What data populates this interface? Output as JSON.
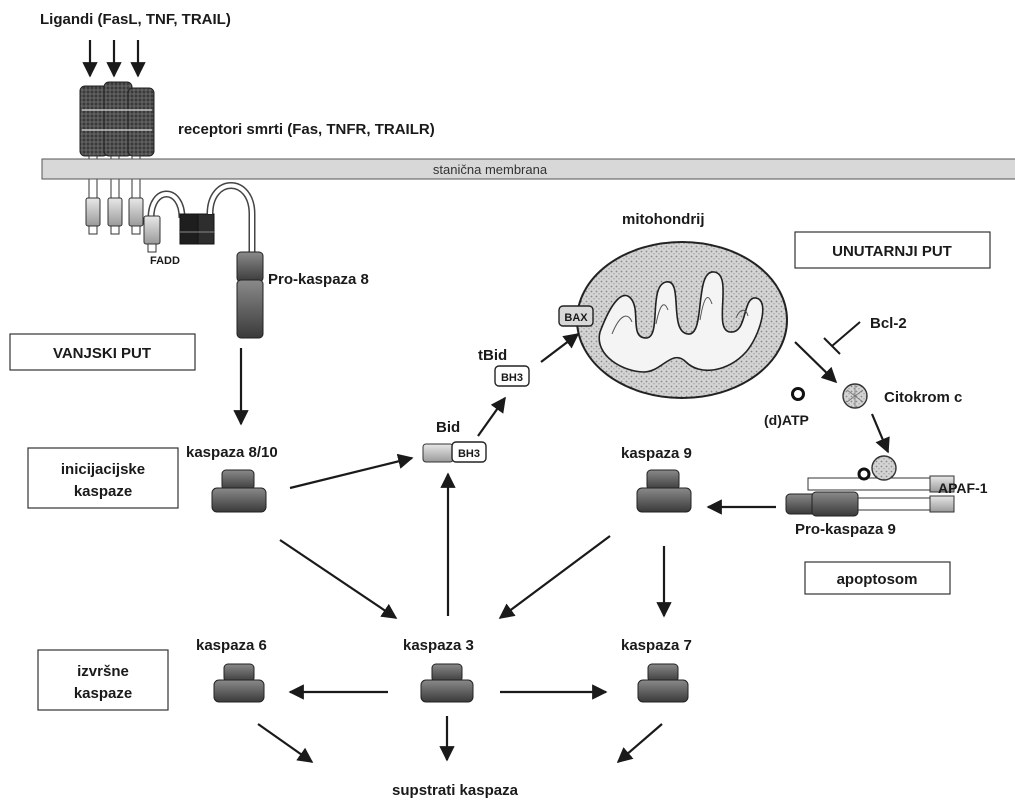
{
  "labels": {
    "ligands": "Ligandi (FasL, TNF, TRAIL)",
    "receptors": "receptori smrti (Fas, TNFR, TRAILR)",
    "membrane": "stanična membrana",
    "fadd": "FADD",
    "pro_caspase8": "Pro-kaspaza 8",
    "external_path": "VANJSKI PUT",
    "initiator_line1": "inicijacijske",
    "initiator_line2": "kaspaze",
    "caspase_8_10": "kaspaza 8/10",
    "bid": "Bid",
    "bh3": "BH3",
    "tbid": "tBid",
    "bh3_tbid": "BH3",
    "bax": "BAX",
    "mitochondrion": "mitohondrij",
    "internal_path": "UNUTARNJI PUT",
    "bcl2": "Bcl-2",
    "datp": "(d)ATP",
    "cytochrome_c": "Citokrom c",
    "caspase_9": "kaspaza 9",
    "apaf1": "APAF-1",
    "pro_caspase9": "Pro-kaspaza 9",
    "apoptosome": "apoptosom",
    "caspase_3": "kaspaza 3",
    "caspase_6": "kaspaza 6",
    "caspase_7": "kaspaza 7",
    "executor_line1": "izvršne",
    "executor_line2": "kaspaze",
    "substrates": "supstrati kaspaza"
  },
  "colors": {
    "ink": "#1a1a1a",
    "dark_block": "#404040",
    "mid_block": "#7a7a7a",
    "light_block": "#bdbdbd",
    "membrane_fill": "#dcdcdc",
    "mito_fill": "#cfcfcf"
  }
}
